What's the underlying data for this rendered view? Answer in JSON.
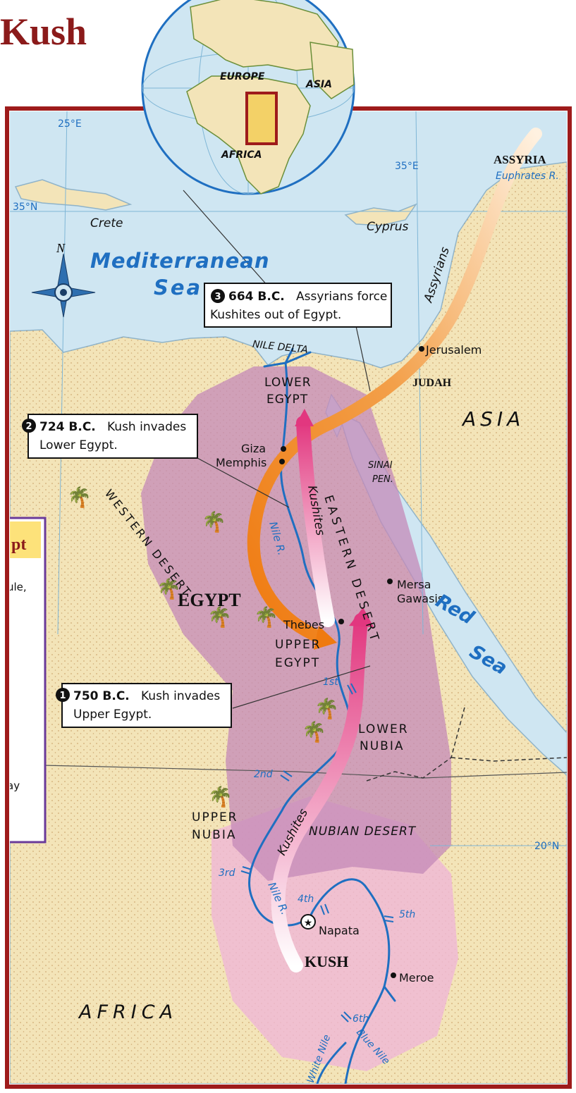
{
  "title": "Kush",
  "globe": {
    "europe": "EUROPE",
    "asia": "ASIA",
    "africa": "AFRICA"
  },
  "grid": {
    "lon25": "25°E",
    "lon35": "35°E",
    "lat35": "35°N",
    "lat20": "20°N"
  },
  "compass": "N",
  "labels": {
    "assyria": "ASSYRIA",
    "euphrates": "Euphrates R.",
    "crete": "Crete",
    "cyprus": "Cyprus",
    "med1": "Mediterranean",
    "med2": "Sea",
    "nile_delta": "NILE DELTA",
    "lower_egypt1": "LOWER",
    "lower_egypt2": "EGYPT",
    "giza": "Giza",
    "memphis": "Memphis",
    "jerusalem": "Jerusalem",
    "judah": "JUDAH",
    "asia": "ASIA",
    "sinai1": "SINAI",
    "sinai2": "PEN.",
    "western_desert": "WESTERN DESERT",
    "eastern_desert": "EASTERN DESERT",
    "egypt": "EGYPT",
    "nile_r": "Nile R.",
    "nile_r2": "Nile R.",
    "mersa1": "Mersa",
    "mersa2": "Gawasis",
    "red": "Red",
    "sea": "Sea",
    "thebes": "Thebes",
    "upper_egypt1": "UPPER",
    "upper_egypt2": "EGYPT",
    "lower_nubia1": "LOWER",
    "lower_nubia2": "NUBIA",
    "upper_nubia1": "UPPER",
    "upper_nubia2": "NUBIA",
    "nubian_desert": "NUBIAN DESERT",
    "napata": "Napata",
    "kush": "KUSH",
    "meroe": "Meroe",
    "africa": "AFRICA",
    "white_nile": "White Nile",
    "blue_nile": "Blue Nile",
    "assyrians": "Assyrians",
    "kushites1": "Kushites",
    "kushites2": "Kushites"
  },
  "cataracts": [
    "1st",
    "2nd",
    "3rd",
    "4th",
    "5th",
    "6th"
  ],
  "callouts": [
    {
      "num": "3",
      "year": "664 B.C.",
      "line1": "Assyrians force",
      "line2": "Kushites out of Egypt."
    },
    {
      "num": "2",
      "year": "724 B.C.",
      "line1": "Kush invades",
      "line2": "Lower Egypt."
    },
    {
      "num": "1",
      "year": "750 B.C.",
      "line1": "Kush invades",
      "line2": "Upper Egypt."
    }
  ],
  "side_panel": {
    "heading": "pt",
    "text1": "ule,",
    "text2": "ay"
  },
  "colors": {
    "sea": "#cfe6f2",
    "land": "#f3e4b8",
    "egypt_region": "#c48ab8",
    "kush_region": "#efb7d6",
    "river": "#1f6fc1",
    "kushite_arrow": "#e2377f",
    "assyrian_arrow": "#f08a1c",
    "frame": "#9e1b1b",
    "title": "#8b1a1a"
  }
}
